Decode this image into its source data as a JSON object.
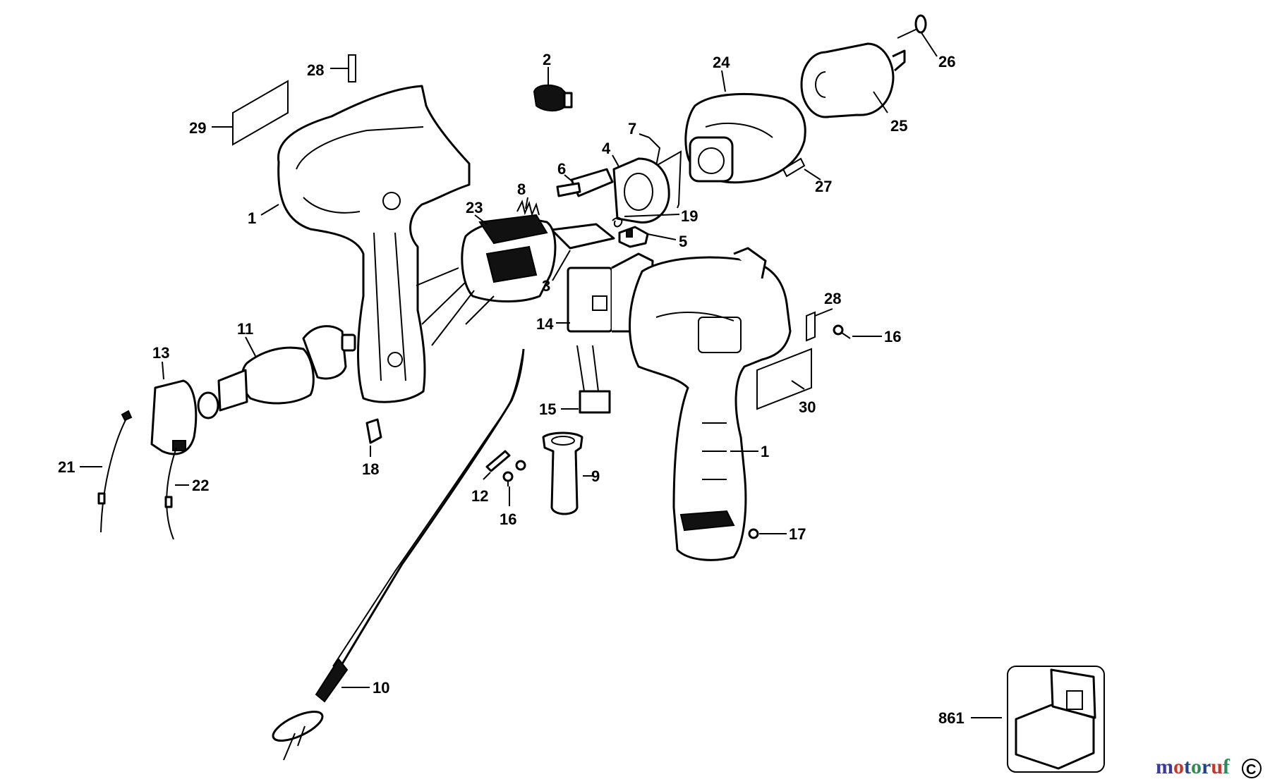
{
  "labels": [
    {
      "id": "l28a",
      "text": "28"
    },
    {
      "id": "l29",
      "text": "29"
    },
    {
      "id": "l2",
      "text": "2"
    },
    {
      "id": "l24",
      "text": "24"
    },
    {
      "id": "l26",
      "text": "26"
    },
    {
      "id": "l25",
      "text": "25"
    },
    {
      "id": "l7",
      "text": "7"
    },
    {
      "id": "l4",
      "text": "4"
    },
    {
      "id": "l6",
      "text": "6"
    },
    {
      "id": "l8",
      "text": "8"
    },
    {
      "id": "l23",
      "text": "23"
    },
    {
      "id": "l27",
      "text": "27"
    },
    {
      "id": "l1a",
      "text": "1"
    },
    {
      "id": "l19",
      "text": "19"
    },
    {
      "id": "l5",
      "text": "5"
    },
    {
      "id": "l3",
      "text": "3"
    },
    {
      "id": "l28b",
      "text": "28"
    },
    {
      "id": "l14",
      "text": "14"
    },
    {
      "id": "l16a",
      "text": "16"
    },
    {
      "id": "l11",
      "text": "11"
    },
    {
      "id": "l13",
      "text": "13"
    },
    {
      "id": "l15",
      "text": "15"
    },
    {
      "id": "l30",
      "text": "30"
    },
    {
      "id": "l1b",
      "text": "1"
    },
    {
      "id": "l21",
      "text": "21"
    },
    {
      "id": "l22",
      "text": "22"
    },
    {
      "id": "l18",
      "text": "18"
    },
    {
      "id": "l9",
      "text": "9"
    },
    {
      "id": "l12",
      "text": "12"
    },
    {
      "id": "l16b",
      "text": "16"
    },
    {
      "id": "l17",
      "text": "17"
    },
    {
      "id": "l10",
      "text": "10"
    },
    {
      "id": "l861",
      "text": "861"
    }
  ],
  "watermark": {
    "text": "motoruf",
    "letter_colors": [
      "#3a3a9a",
      "#c0392b",
      "#27408b",
      "#2e8b57",
      "#1f3f8f",
      "#c0392b",
      "#2e8b57"
    ]
  },
  "corner_mark": "C"
}
